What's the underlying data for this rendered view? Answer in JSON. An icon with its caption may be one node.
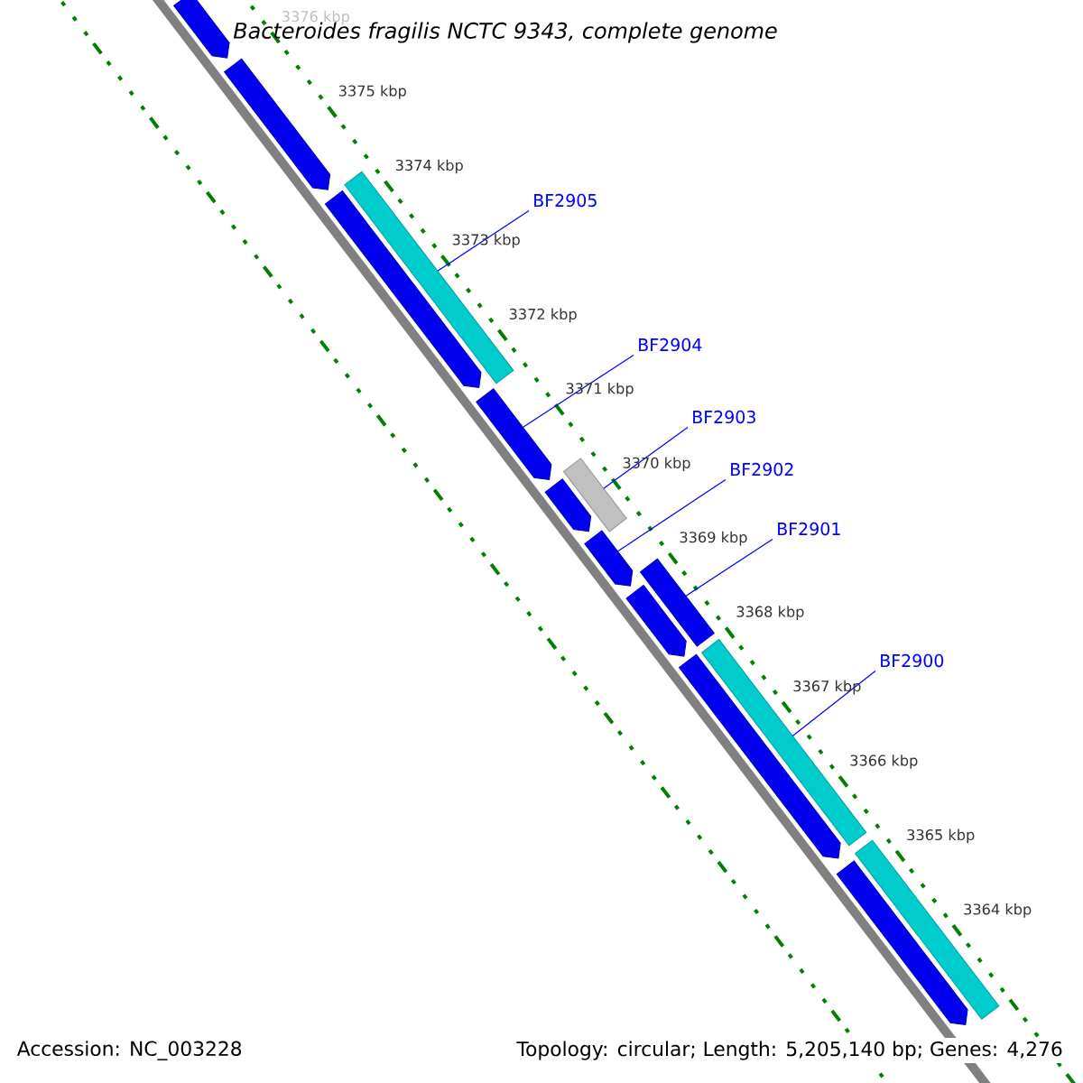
{
  "diagram": {
    "title": "Bacteroides fragilis NCTC 9343, complete genome",
    "nodes": [
      {
        "text": [
          "BF2905"
        ]
      },
      {
        "text": [
          "BF2904"
        ]
      },
      {
        "text": [
          "BF2903"
        ]
      },
      {
        "text": [
          "BF2902"
        ]
      },
      {
        "text": [
          "BF2901"
        ]
      },
      {
        "text": [
          "BF2900"
        ]
      },
      {
        "text": [],
        "shape": "bar"
      },
      {
        "text": [],
        "shape": "bar"
      },
      {
        "text": [],
        "shape": "bar"
      },
      {
        "text": [],
        "shape": "bar"
      },
      {
        "text": [],
        "shape": "bar"
      },
      {
        "text": [],
        "shape": "bar"
      },
      {
        "text": [],
        "shape": "bar"
      },
      {
        "text": [],
        "shape": "bar"
      },
      {
        "text": [],
        "shape": "bar"
      },
      {
        "text": [],
        "shape": "bar"
      },
      {
        "text": [],
        "shape": "bar"
      },
      {
        "text": [],
        "shape": "bar"
      },
      {
        "text": [],
        "shape": "bar"
      },
      {
        "text": [],
        "shape": "bar"
      }
    ],
    "edges": [
      {
        "from": 0,
        "to": 8,
        "arrow": "none"
      },
      {
        "from": 1,
        "to": 10,
        "arrow": "none"
      },
      {
        "from": 2,
        "to": 11,
        "arrow": "none"
      },
      {
        "from": 3,
        "to": 13,
        "arrow": "none"
      },
      {
        "from": 4,
        "to": 14,
        "arrow": "none"
      },
      {
        "from": 5,
        "to": 16,
        "arrow": "none"
      }
    ],
    "labels": [
      "3376 kbp",
      "3375 kbp",
      "3374 kbp",
      "3373 kbp",
      "3372 kbp",
      "3371 kbp",
      "3370 kbp",
      "3369 kbp",
      "3368 kbp",
      "3367 kbp",
      "3366 kbp",
      "3365 kbp",
      "3364 kbp",
      "Accession: NC_003228",
      "Topology: circular; Length: 5,205,140 bp; Genes: 4,276"
    ]
  }
}
